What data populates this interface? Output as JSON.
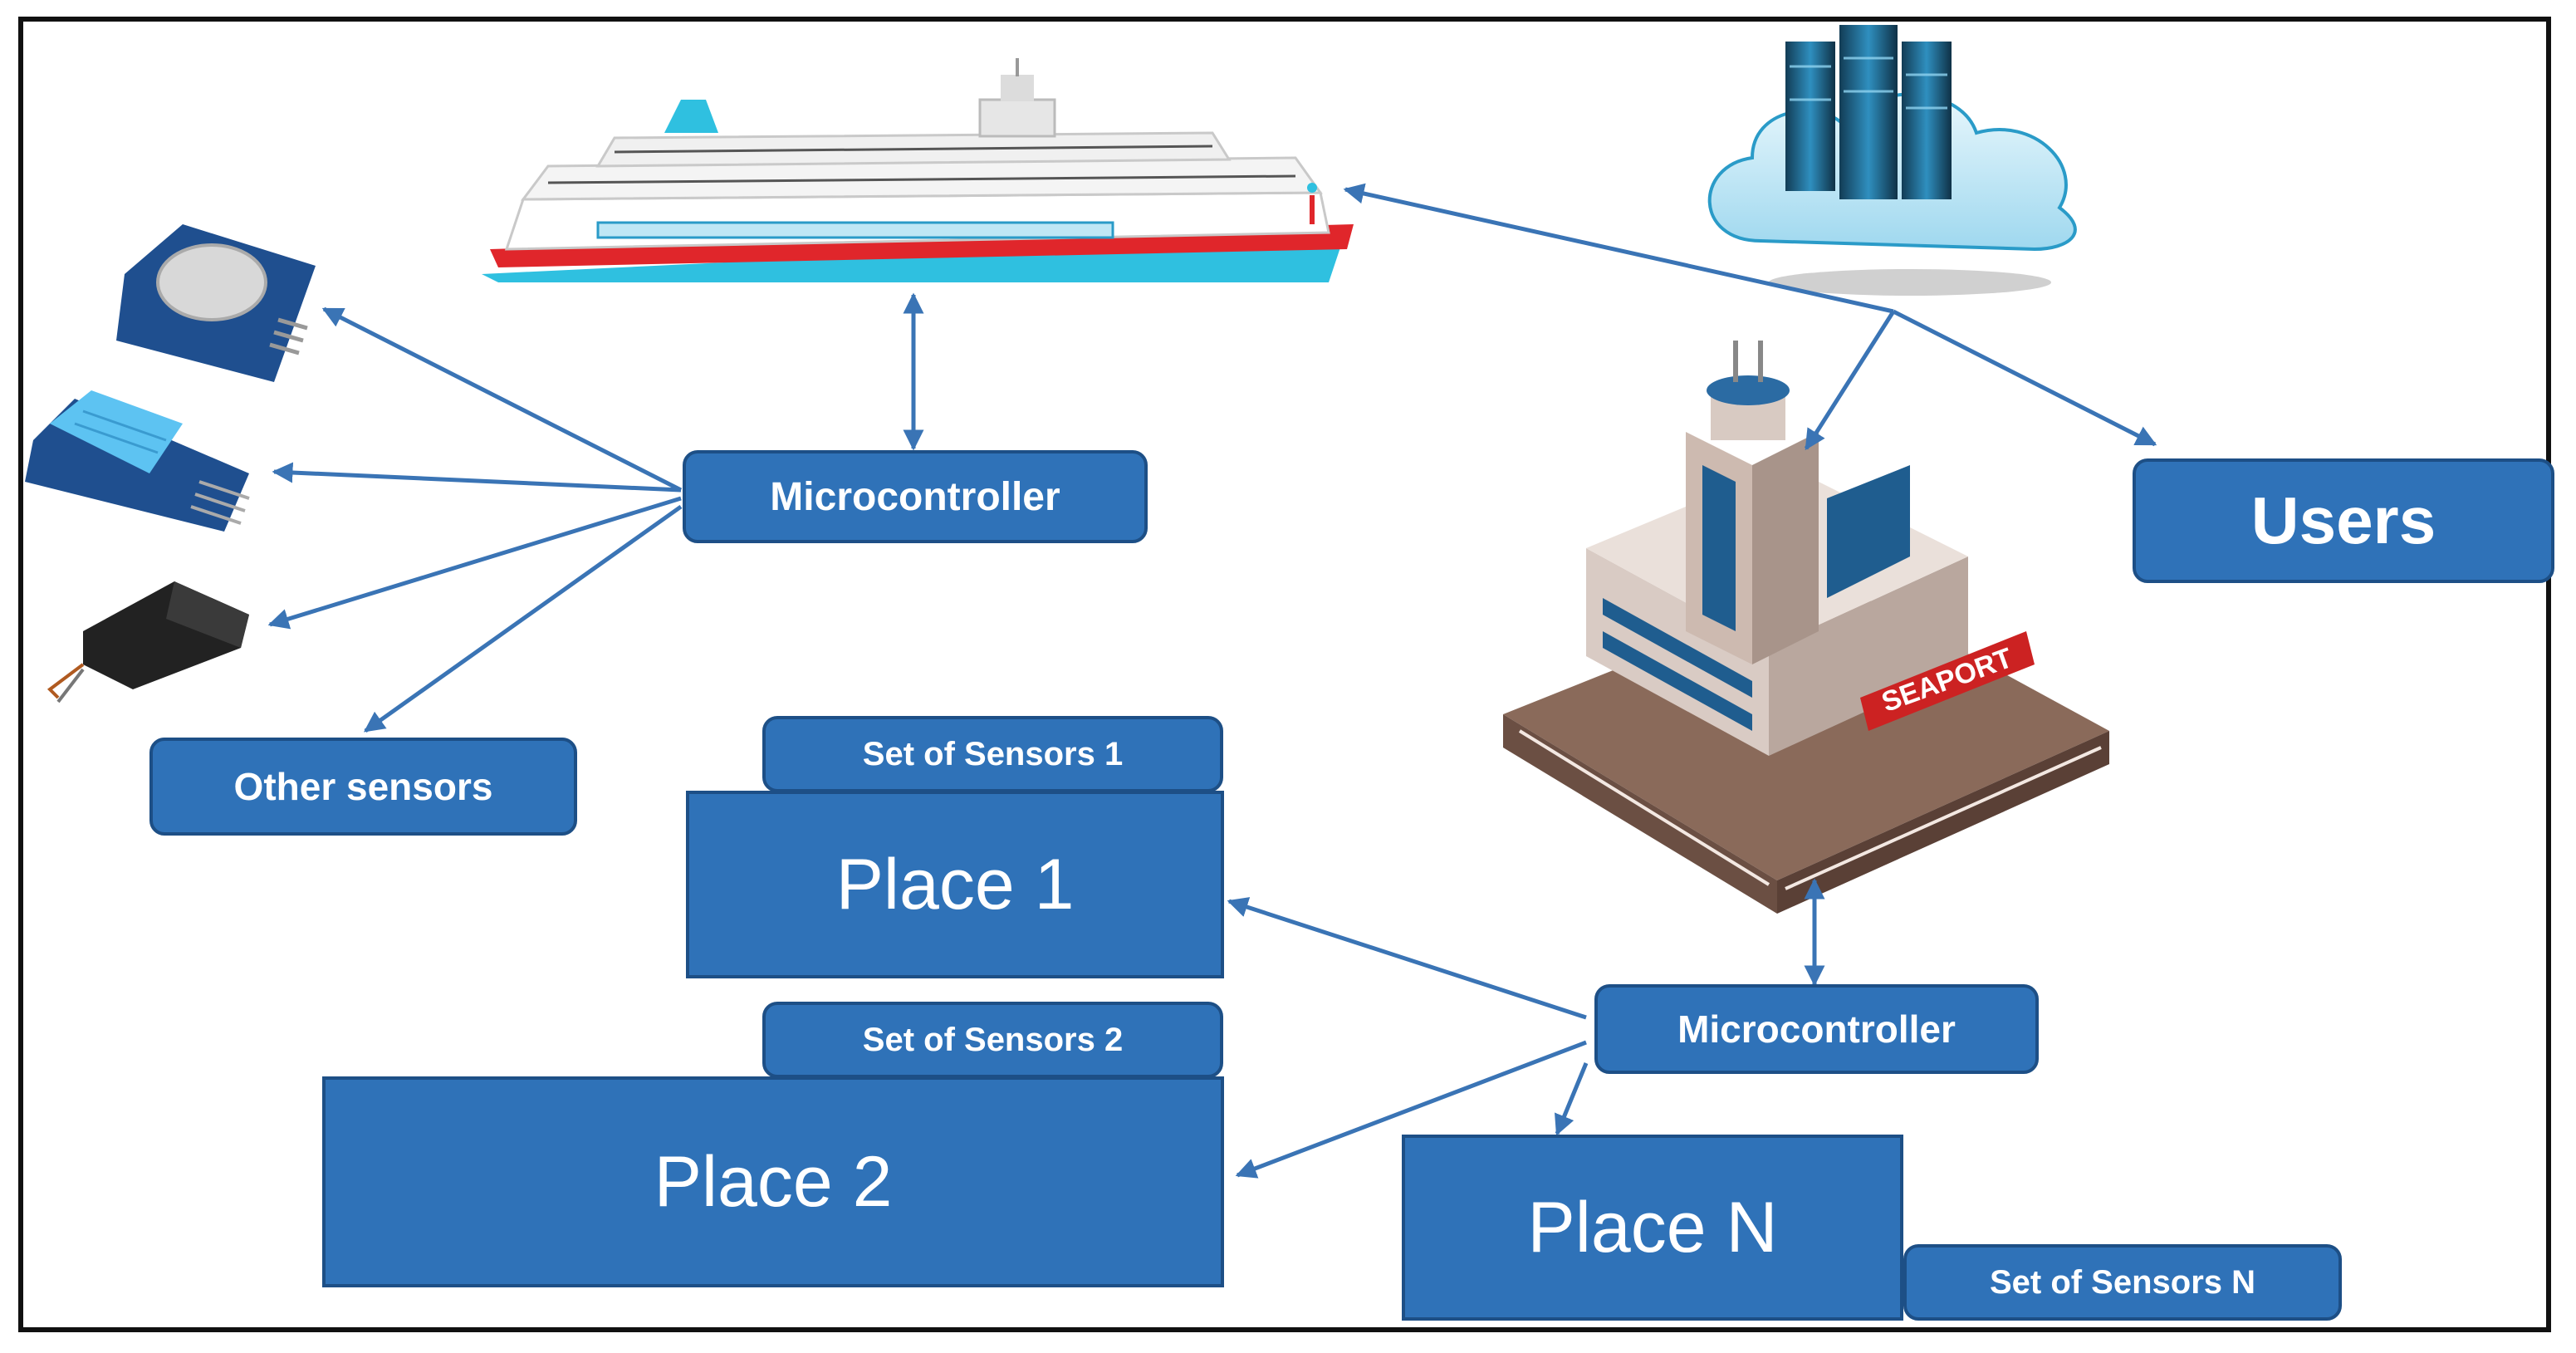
{
  "labels": {
    "microcontroller_ship": "Microcontroller",
    "microcontroller_port": "Microcontroller",
    "users": "Users",
    "other_sensors": "Other sensors",
    "set_of_sensors_1": "Set of Sensors 1",
    "set_of_sensors_2": "Set of Sensors 2",
    "set_of_sensors_n": "Set of Sensors N",
    "place_1": "Place 1",
    "place_2": "Place 2",
    "place_n": "Place N",
    "seaport_sign": "SEAPORT"
  },
  "colors": {
    "box_fill": "#2f72b8",
    "box_border": "#1d4f86",
    "arrow": "#3a74b5",
    "ship_red": "#e0262b",
    "ship_cyan": "#2fc0e0",
    "cloud": "#bfe7f5",
    "server": "#2f8fbf"
  },
  "icons": [
    "ship-icon",
    "cloud-server-icon",
    "seaport-building-icon",
    "motion-sensor-icon",
    "humidity-sensor-icon",
    "gps-module-icon"
  ]
}
